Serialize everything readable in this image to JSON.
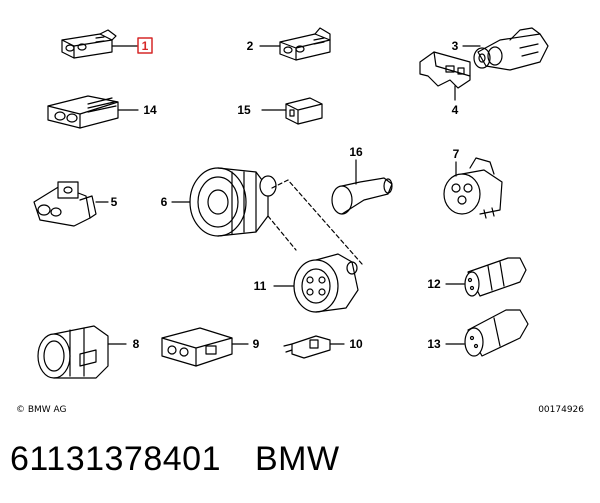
{
  "diagram": {
    "callouts": [
      "1",
      "2",
      "3",
      "4",
      "5",
      "6",
      "7",
      "8",
      "9",
      "10",
      "11",
      "12",
      "13",
      "14",
      "15",
      "16"
    ],
    "highlighted": "1",
    "highlight_color": "#d62828",
    "line_color": "#000000"
  },
  "footer": {
    "copyright": "© BMW AG",
    "image_number": "00174926"
  },
  "caption": {
    "part_number": "61131378401",
    "brand": "BMW"
  }
}
